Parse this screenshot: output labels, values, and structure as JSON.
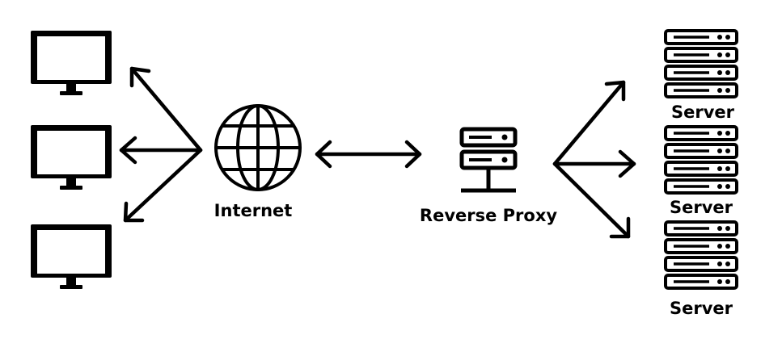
{
  "diagram": {
    "labels": {
      "internet": "Internet",
      "reverse_proxy": "Reverse Proxy",
      "servers": [
        "Server",
        "Server",
        "Server"
      ]
    },
    "nodes": {
      "clients": [
        "monitor-icon",
        "monitor-icon",
        "monitor-icon"
      ],
      "internet": "globe-icon",
      "reverse_proxy": "proxy-server-icon",
      "servers": [
        "server-rack-icon",
        "server-rack-icon",
        "server-rack-icon"
      ]
    },
    "edges": [
      {
        "from": "internet",
        "to": "client-1",
        "arrow": "end"
      },
      {
        "from": "internet",
        "to": "client-2",
        "arrow": "end"
      },
      {
        "from": "internet",
        "to": "client-3",
        "arrow": "end"
      },
      {
        "from": "internet",
        "to": "reverse-proxy",
        "arrow": "both"
      },
      {
        "from": "reverse-proxy",
        "to": "server-1",
        "arrow": "end"
      },
      {
        "from": "reverse-proxy",
        "to": "server-2",
        "arrow": "end"
      },
      {
        "from": "reverse-proxy",
        "to": "server-3",
        "arrow": "end"
      }
    ],
    "colors": {
      "ink": "#000000",
      "background": "#ffffff"
    }
  }
}
